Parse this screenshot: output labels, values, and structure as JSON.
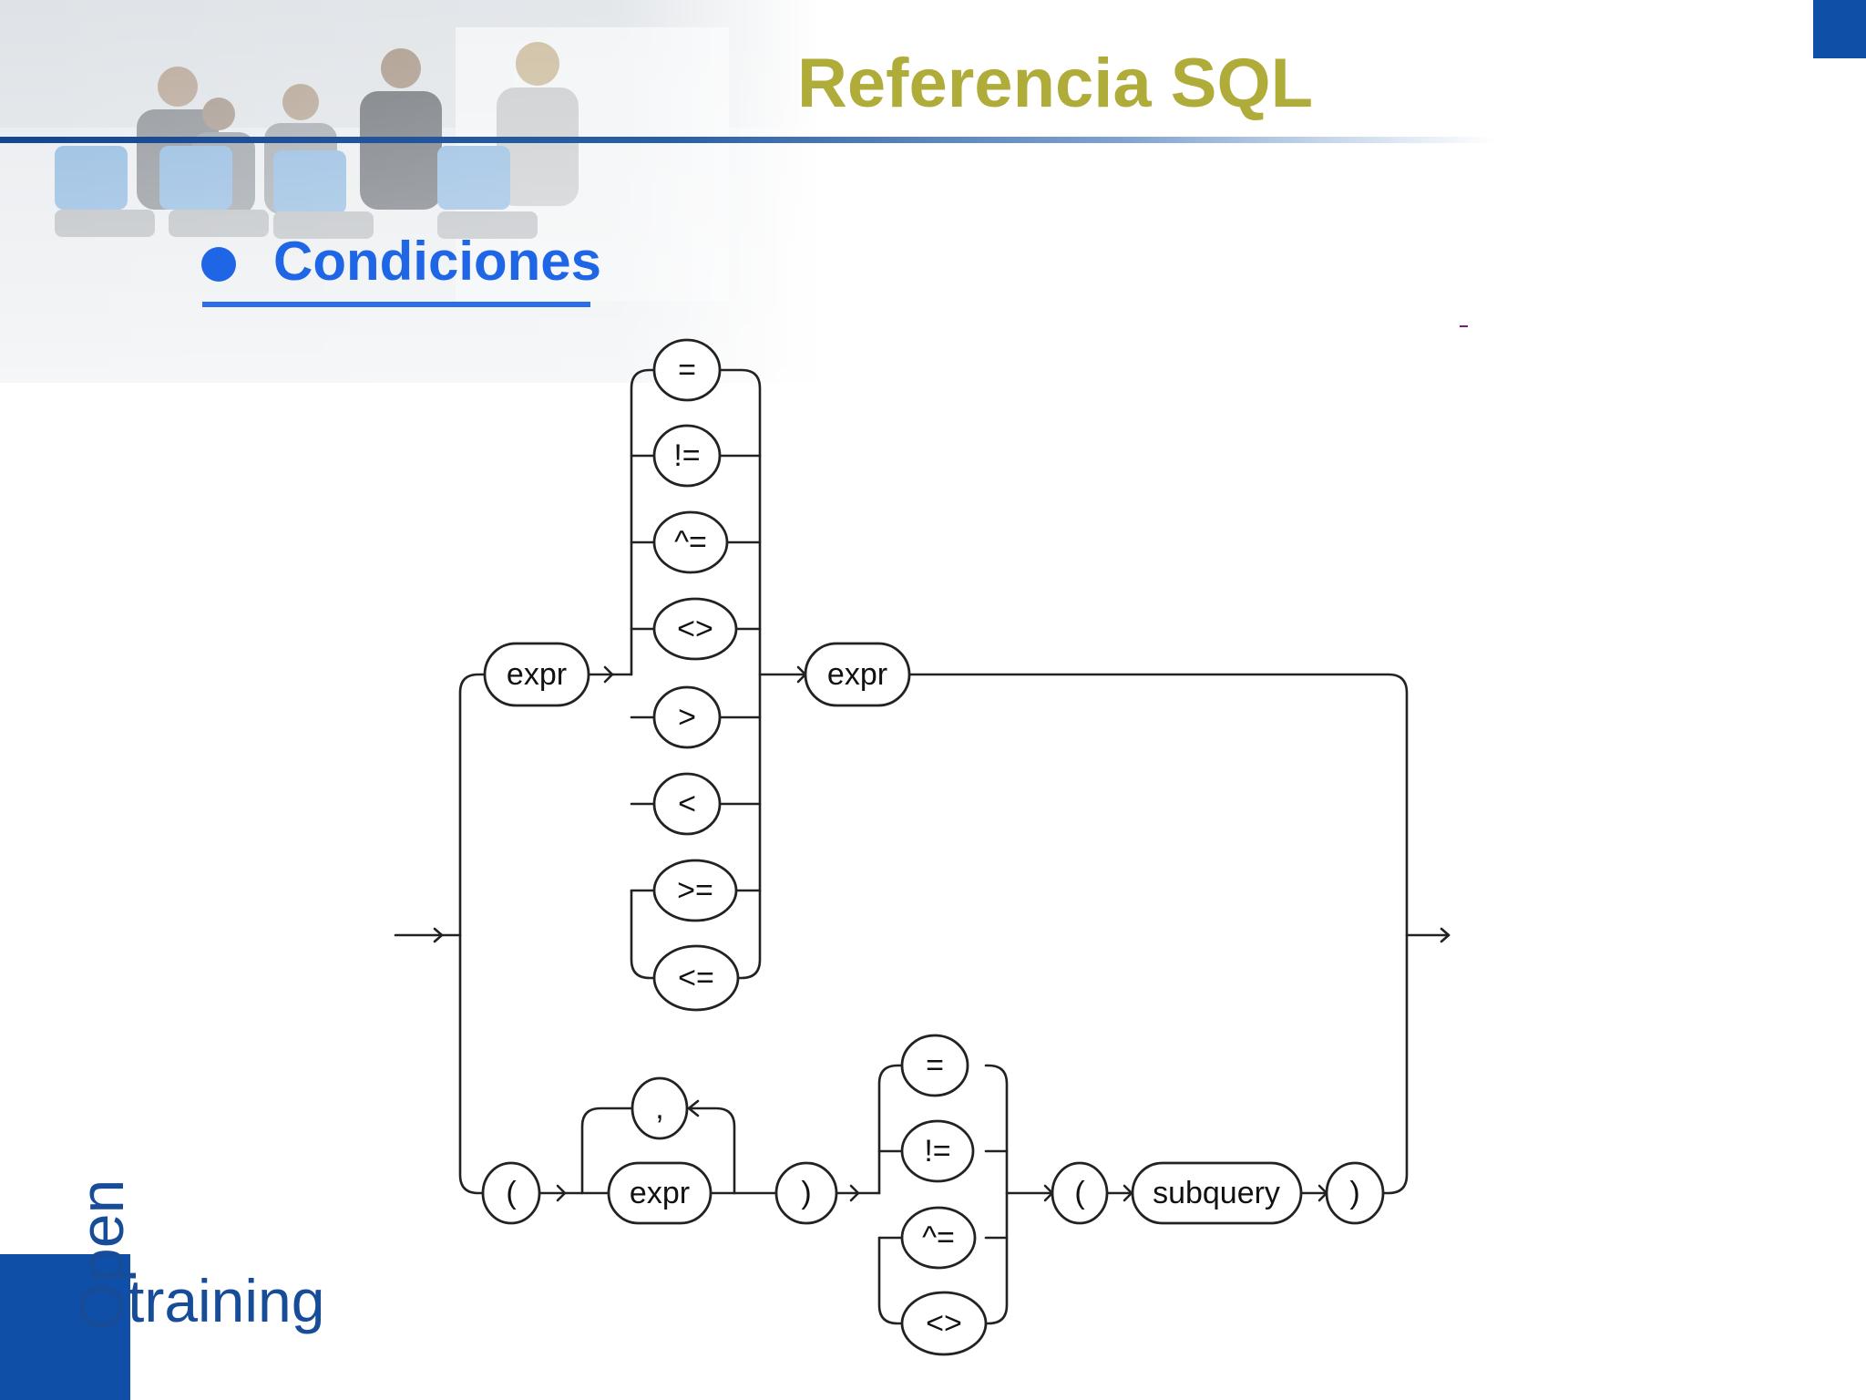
{
  "slide": {
    "title": "Referencia SQL",
    "subtitle": "Condiciones",
    "colors": {
      "title": "#b0ac3a",
      "subtitle": "#1f66e6",
      "brand_blue": "#0f4fa8",
      "diagram_line": "#222222"
    }
  },
  "diagram": {
    "nodes": {
      "expr_left": "expr",
      "op_eq": "=",
      "op_ne_bang": "!=",
      "op_ne_caret": "^=",
      "op_ne_angle": "<>",
      "op_gt": ">",
      "op_lt": "<",
      "op_ge": ">=",
      "op_le": "<=",
      "expr_right": "expr",
      "open_paren_list": "(",
      "comma": ",",
      "expr_list": "expr",
      "close_paren_list": ")",
      "sub_op_eq": "=",
      "sub_op_ne_bang": "!=",
      "sub_op_ne_caret": "^=",
      "sub_op_ne_angle": "<>",
      "open_paren_sub": "(",
      "subquery": "subquery",
      "close_paren_sub": ")"
    }
  },
  "logo": {
    "open": "Open",
    "training": "training"
  }
}
